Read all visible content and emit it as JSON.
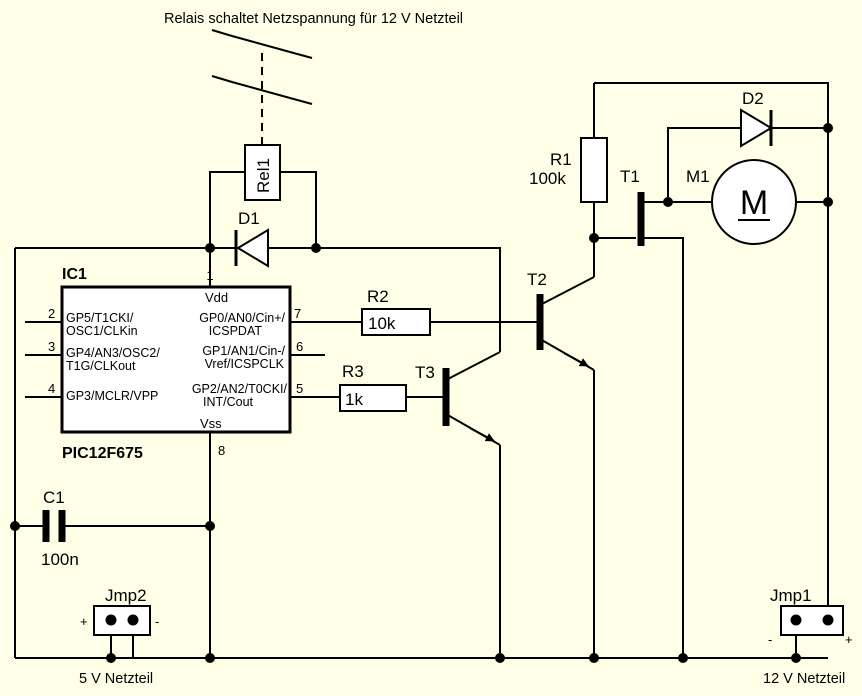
{
  "caption_top": "Relais schaltet Netzspannung für 12 V Netzteil",
  "ic": {
    "name": "IC1",
    "part": "PIC12F675",
    "pins_left": [
      {
        "num": "2",
        "line1": "GP5/T1CKI/",
        "line2": "OSC1/CLKin"
      },
      {
        "num": "3",
        "line1": "GP4/AN3/OSC2/",
        "line2": "T1G/CLKout"
      },
      {
        "num": "4",
        "line1": "GP3/MCLR/VPP",
        "line2": ""
      }
    ],
    "pins_right": [
      {
        "num": "7",
        "line1": "GP0/AN0/Cin+/",
        "line2": "ICSPDAT"
      },
      {
        "num": "6",
        "line1": "GP1/AN1/Cin-/",
        "line2": "Vref/ICSPCLK"
      },
      {
        "num": "5",
        "line1": "GP2/AN2/T0CKI/",
        "line2": "INT/Cout"
      }
    ],
    "vdd": {
      "num": "1",
      "label": "Vdd"
    },
    "vss": {
      "num": "8",
      "label": "Vss"
    }
  },
  "components": {
    "rel": "Rel1",
    "d1": "D1",
    "d2": "D2",
    "r1": {
      "name": "R1",
      "value": "100k"
    },
    "r2": {
      "name": "R2",
      "value": "10k"
    },
    "r3": {
      "name": "R3",
      "value": "1k"
    },
    "t1": "T1",
    "t2": "T2",
    "t3": "T3",
    "m1": "M1",
    "motor_symbol": "M",
    "c1": {
      "name": "C1",
      "value": "100n"
    },
    "jmp1": {
      "name": "Jmp1",
      "minus": "-",
      "plus": "+",
      "caption": "12 V Netzteil"
    },
    "jmp2": {
      "name": "Jmp2",
      "plus": "+",
      "minus": "-",
      "caption": "5 V Netzteil"
    }
  }
}
